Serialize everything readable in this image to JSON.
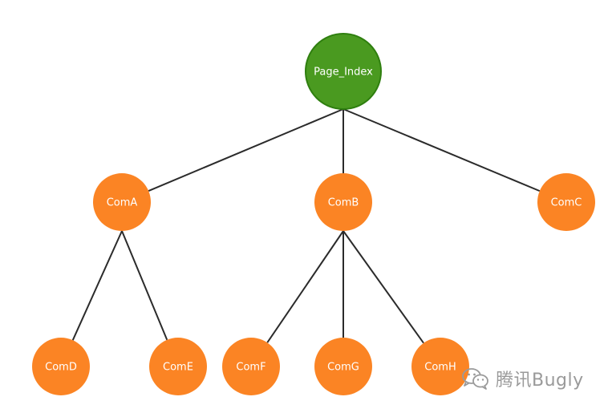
{
  "diagram": {
    "nodes": [
      {
        "id": "page_index",
        "label": "Page_Index",
        "color": "#4a9a20",
        "stroke": "#2f7f0f"
      },
      {
        "id": "coma",
        "label": "ComA",
        "color": "#fb8424"
      },
      {
        "id": "comb",
        "label": "ComB",
        "color": "#fb8424"
      },
      {
        "id": "comc",
        "label": "ComC",
        "color": "#fb8424"
      },
      {
        "id": "comd",
        "label": "ComD",
        "color": "#fb8424"
      },
      {
        "id": "come",
        "label": "ComE",
        "color": "#fb8424"
      },
      {
        "id": "comf",
        "label": "ComF",
        "color": "#fb8424"
      },
      {
        "id": "comg",
        "label": "ComG",
        "color": "#fb8424"
      },
      {
        "id": "comh",
        "label": "ComH",
        "color": "#fb8424"
      }
    ],
    "edges": [
      {
        "from": "page_index",
        "to": "coma"
      },
      {
        "from": "page_index",
        "to": "comb"
      },
      {
        "from": "page_index",
        "to": "comc"
      },
      {
        "from": "coma",
        "to": "comd"
      },
      {
        "from": "coma",
        "to": "come"
      },
      {
        "from": "comb",
        "to": "comf"
      },
      {
        "from": "comb",
        "to": "comg"
      },
      {
        "from": "comb",
        "to": "comh"
      }
    ],
    "edge_color": "#2b2b2b"
  },
  "watermark": {
    "icon": "wechat-icon",
    "text": "腾讯Bugly",
    "color": "#9a9a9a"
  }
}
